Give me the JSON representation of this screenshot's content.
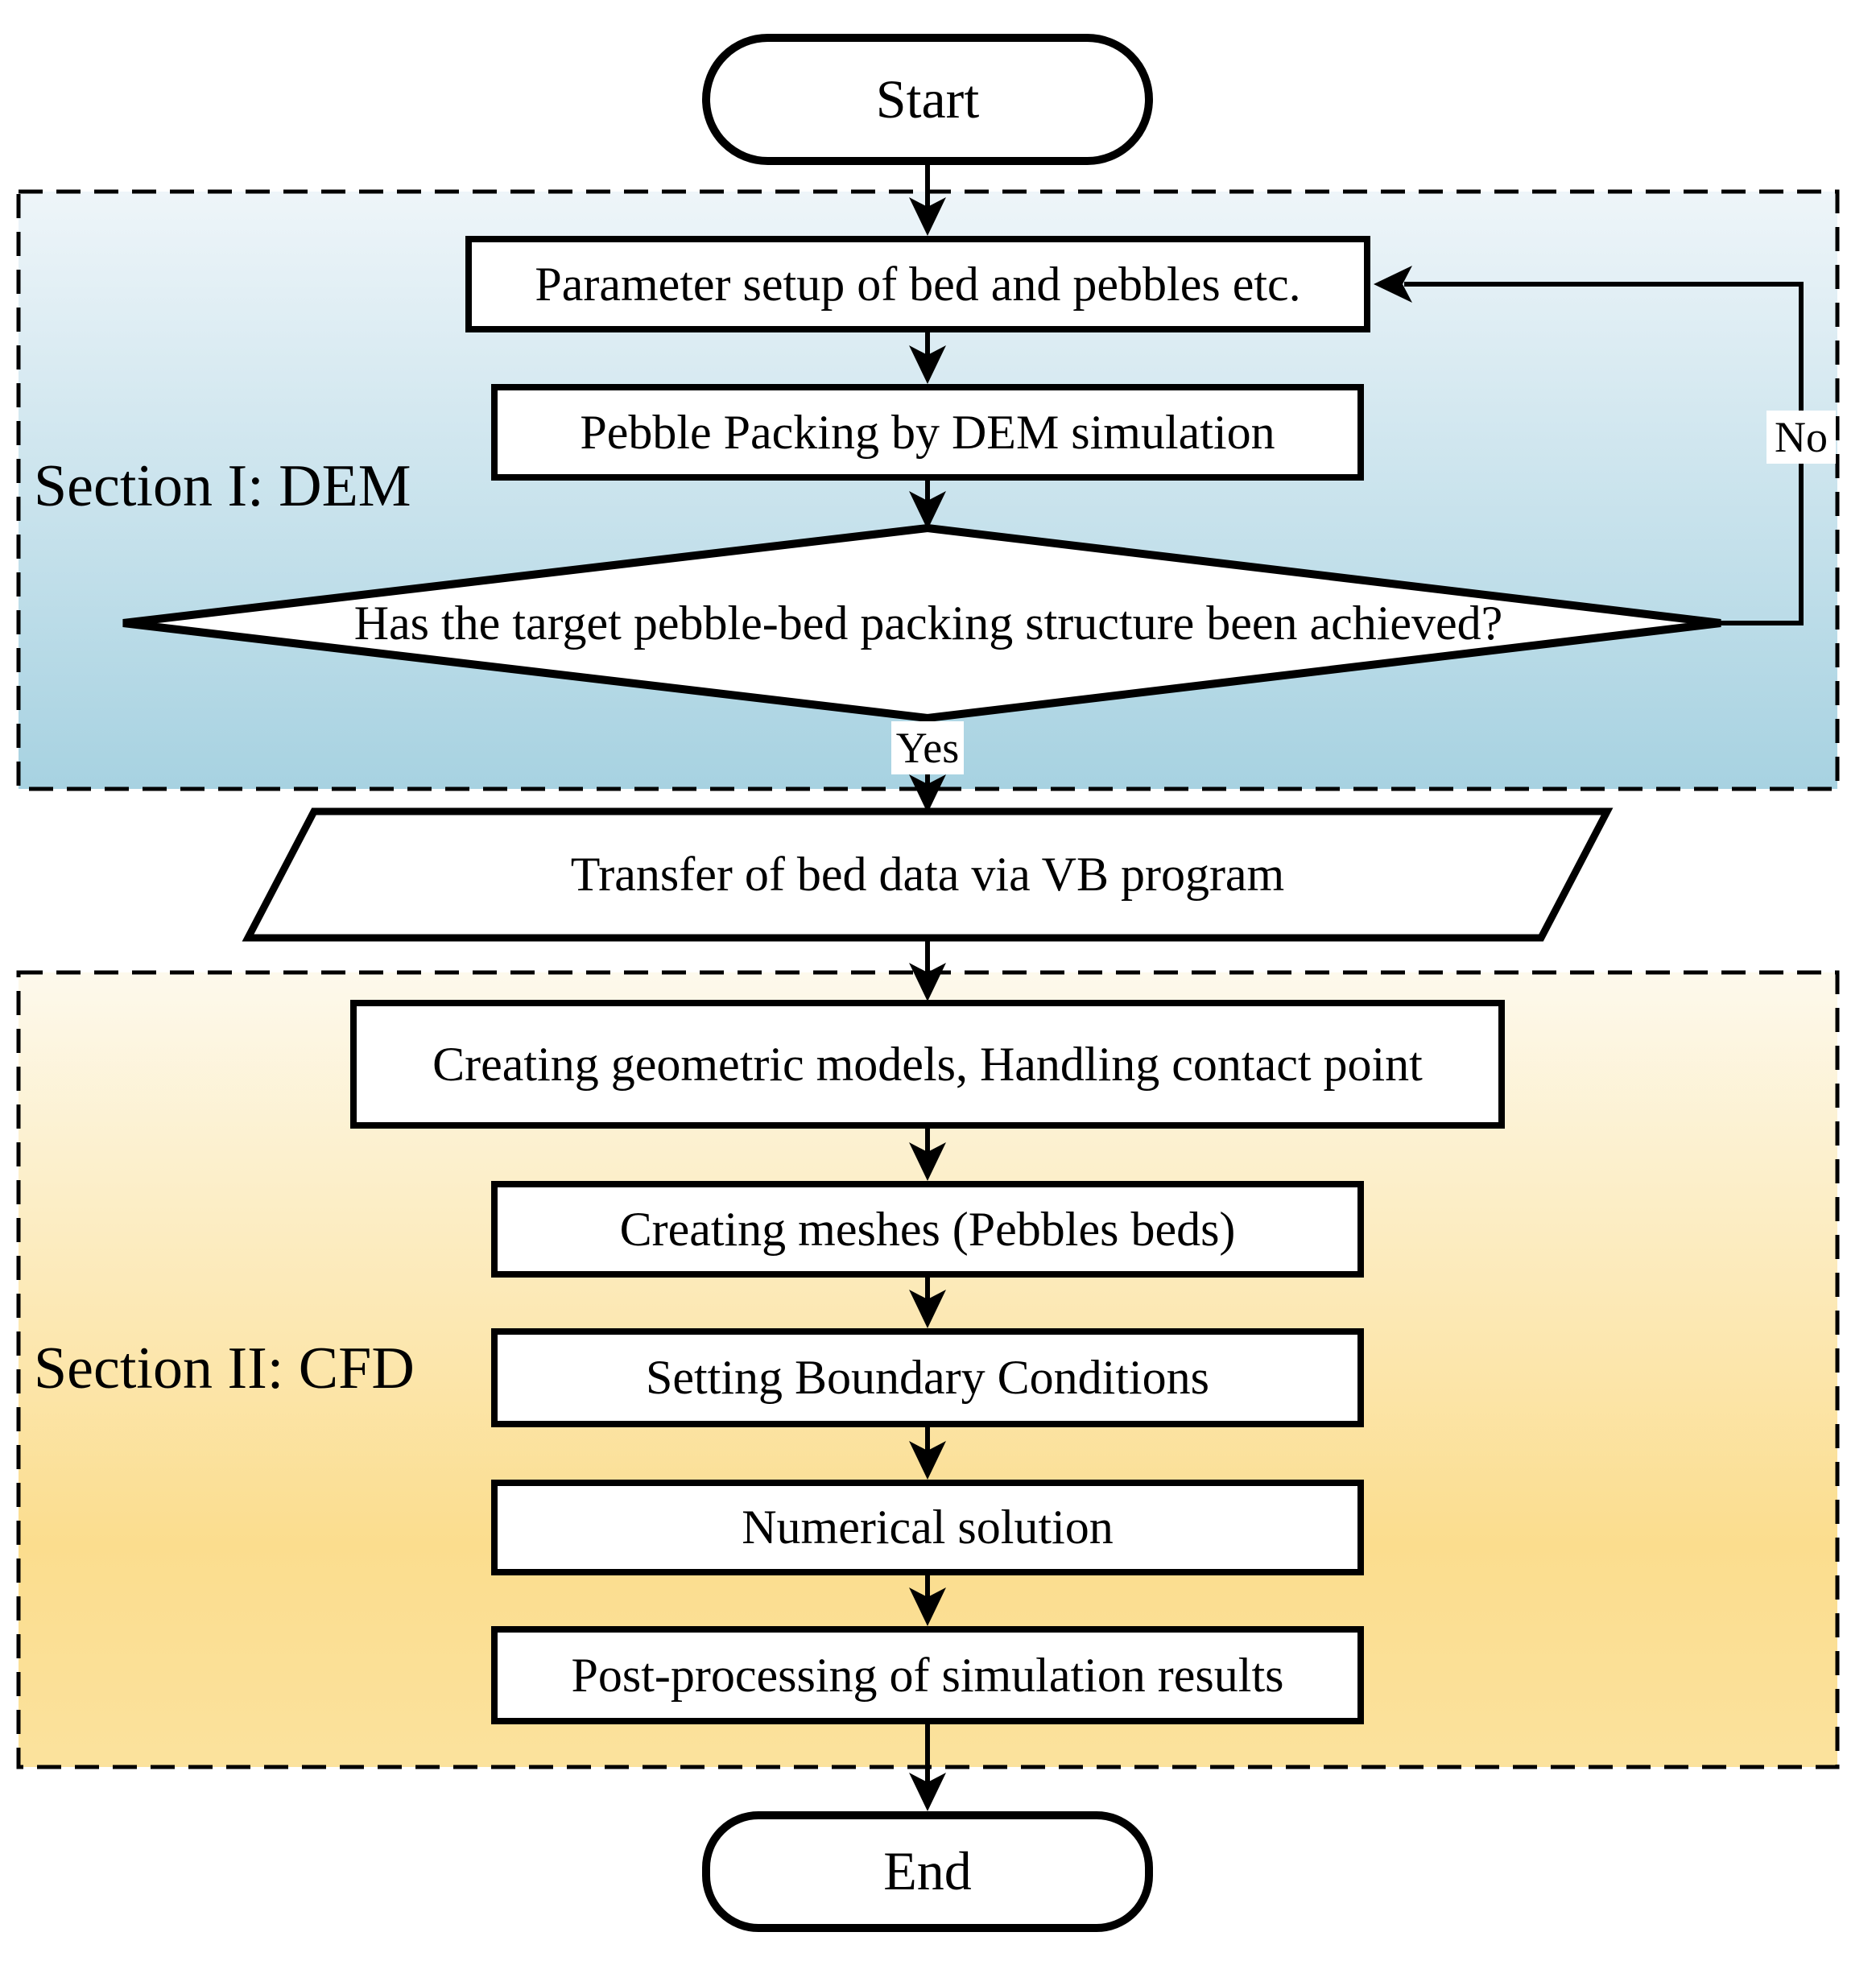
{
  "diagram": {
    "sections": [
      {
        "label": "Section I: DEM"
      },
      {
        "label": "Section II: CFD"
      }
    ],
    "nodes": {
      "start": "Start",
      "parameter_setup": "Parameter setup of bed and pebbles etc.",
      "pebble_packing": "Pebble Packing by DEM simulation",
      "decision": "Has the target pebble-bed packing structure been achieved?",
      "transfer": "Transfer of bed data via VB program",
      "geometric_models": "Creating geometric models, Handling contact point",
      "creating_meshes": "Creating meshes (Pebbles beds)",
      "boundary_conditions": "Setting Boundary Conditions",
      "numerical_solution": "Numerical solution",
      "post_processing": "Post-processing of simulation results",
      "end": "End"
    },
    "edge_labels": {
      "yes": "Yes",
      "no": "No"
    },
    "colors": {
      "section1_top": "#eef5f9",
      "section1_bottom": "#a7d2e1",
      "section2_top": "#fdf9ec",
      "section2_mid": "#fbdd8e",
      "section2_bottom": "#fbe29d",
      "stroke": "#000000",
      "node_fill": "#ffffff"
    }
  }
}
